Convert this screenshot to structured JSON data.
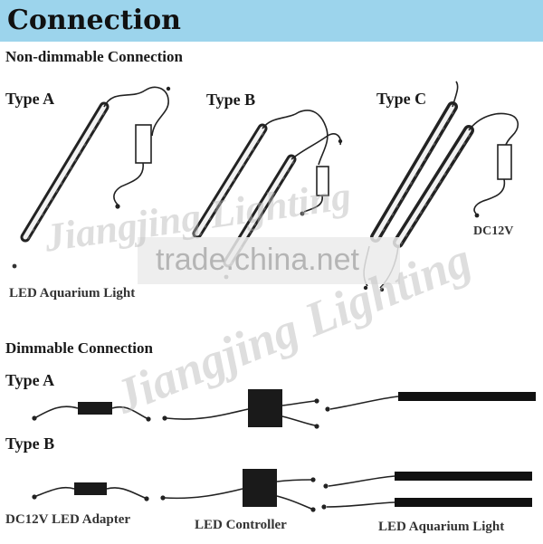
{
  "header": {
    "title": "Connection",
    "background": "#9cd4ec"
  },
  "non_dimmable": {
    "heading": "Non-dimmable Connection",
    "type_a": "Type A",
    "type_b": "Type B",
    "type_c": "Type C",
    "voltage": "DC12V",
    "light_caption": "LED Aquarium Light"
  },
  "dimmable": {
    "heading": "Dimmable Connection",
    "type_a": "Type A",
    "type_b": "Type B",
    "adapter_caption": "DC12V LED Adapter",
    "controller_caption": "LED Controller",
    "light_caption": "LED Aquarium Light"
  },
  "watermark": {
    "brand": "Jiangjing Lighting",
    "site": "trade.china.net"
  }
}
